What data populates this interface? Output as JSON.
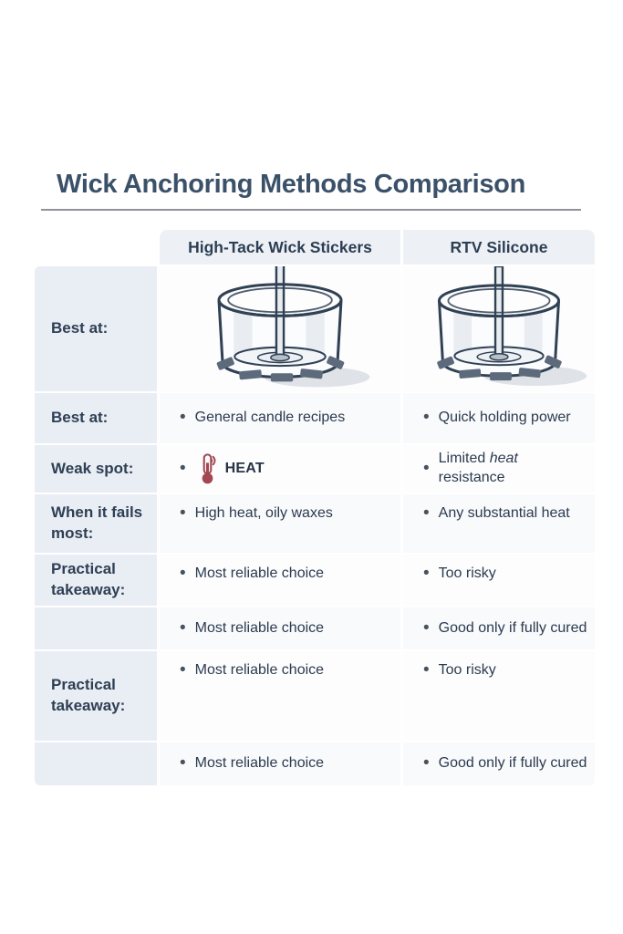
{
  "title": "Wick Anchoring Methods Comparison",
  "bullet": "•",
  "table": {
    "col1_header": "High-Tack Wick Stickers",
    "col2_header": "RTV Silicone",
    "rows": {
      "illustration": {
        "label": "Best at:"
      },
      "best_at": {
        "label": "Best at:",
        "col1": "General candle recipes",
        "col2": "Quick holding power"
      },
      "weak_spot": {
        "label": "Weak spot:",
        "col1": "HEAT",
        "col2_prefix": "Limited ",
        "col2_italic": "heat",
        "col2_suffix": " resistance"
      },
      "fails": {
        "label": "When it fails most:",
        "col1": "High heat, oily waxes",
        "col2": "Any substantial heat"
      },
      "takeaway1": {
        "label": "Practical takeaway:",
        "col1": "Most reliable choice",
        "col2": "Too risky"
      },
      "extra1": {
        "label": "",
        "col1": "Most reliable choice",
        "col2": "Good only if fully cured"
      },
      "takeaway2": {
        "label": "Practical takeaway:",
        "col1": "Most reliable choice",
        "col2": "Too risky"
      },
      "extra2": {
        "label": "",
        "col1": "Most reliable choice",
        "col2": "Good only if fully cured"
      }
    }
  },
  "icons": {
    "thermometer": "thermometer-heat-icon",
    "candle_jar": "candle-jar-with-wick-illustration"
  },
  "colors": {
    "title_text": "#3b5169",
    "body_text": "#2b3b4f",
    "label_bg": "#e9edf4",
    "header_bg": "#edf1f6",
    "heat_icon": "#a34853",
    "illustration_outline": "#314154"
  }
}
